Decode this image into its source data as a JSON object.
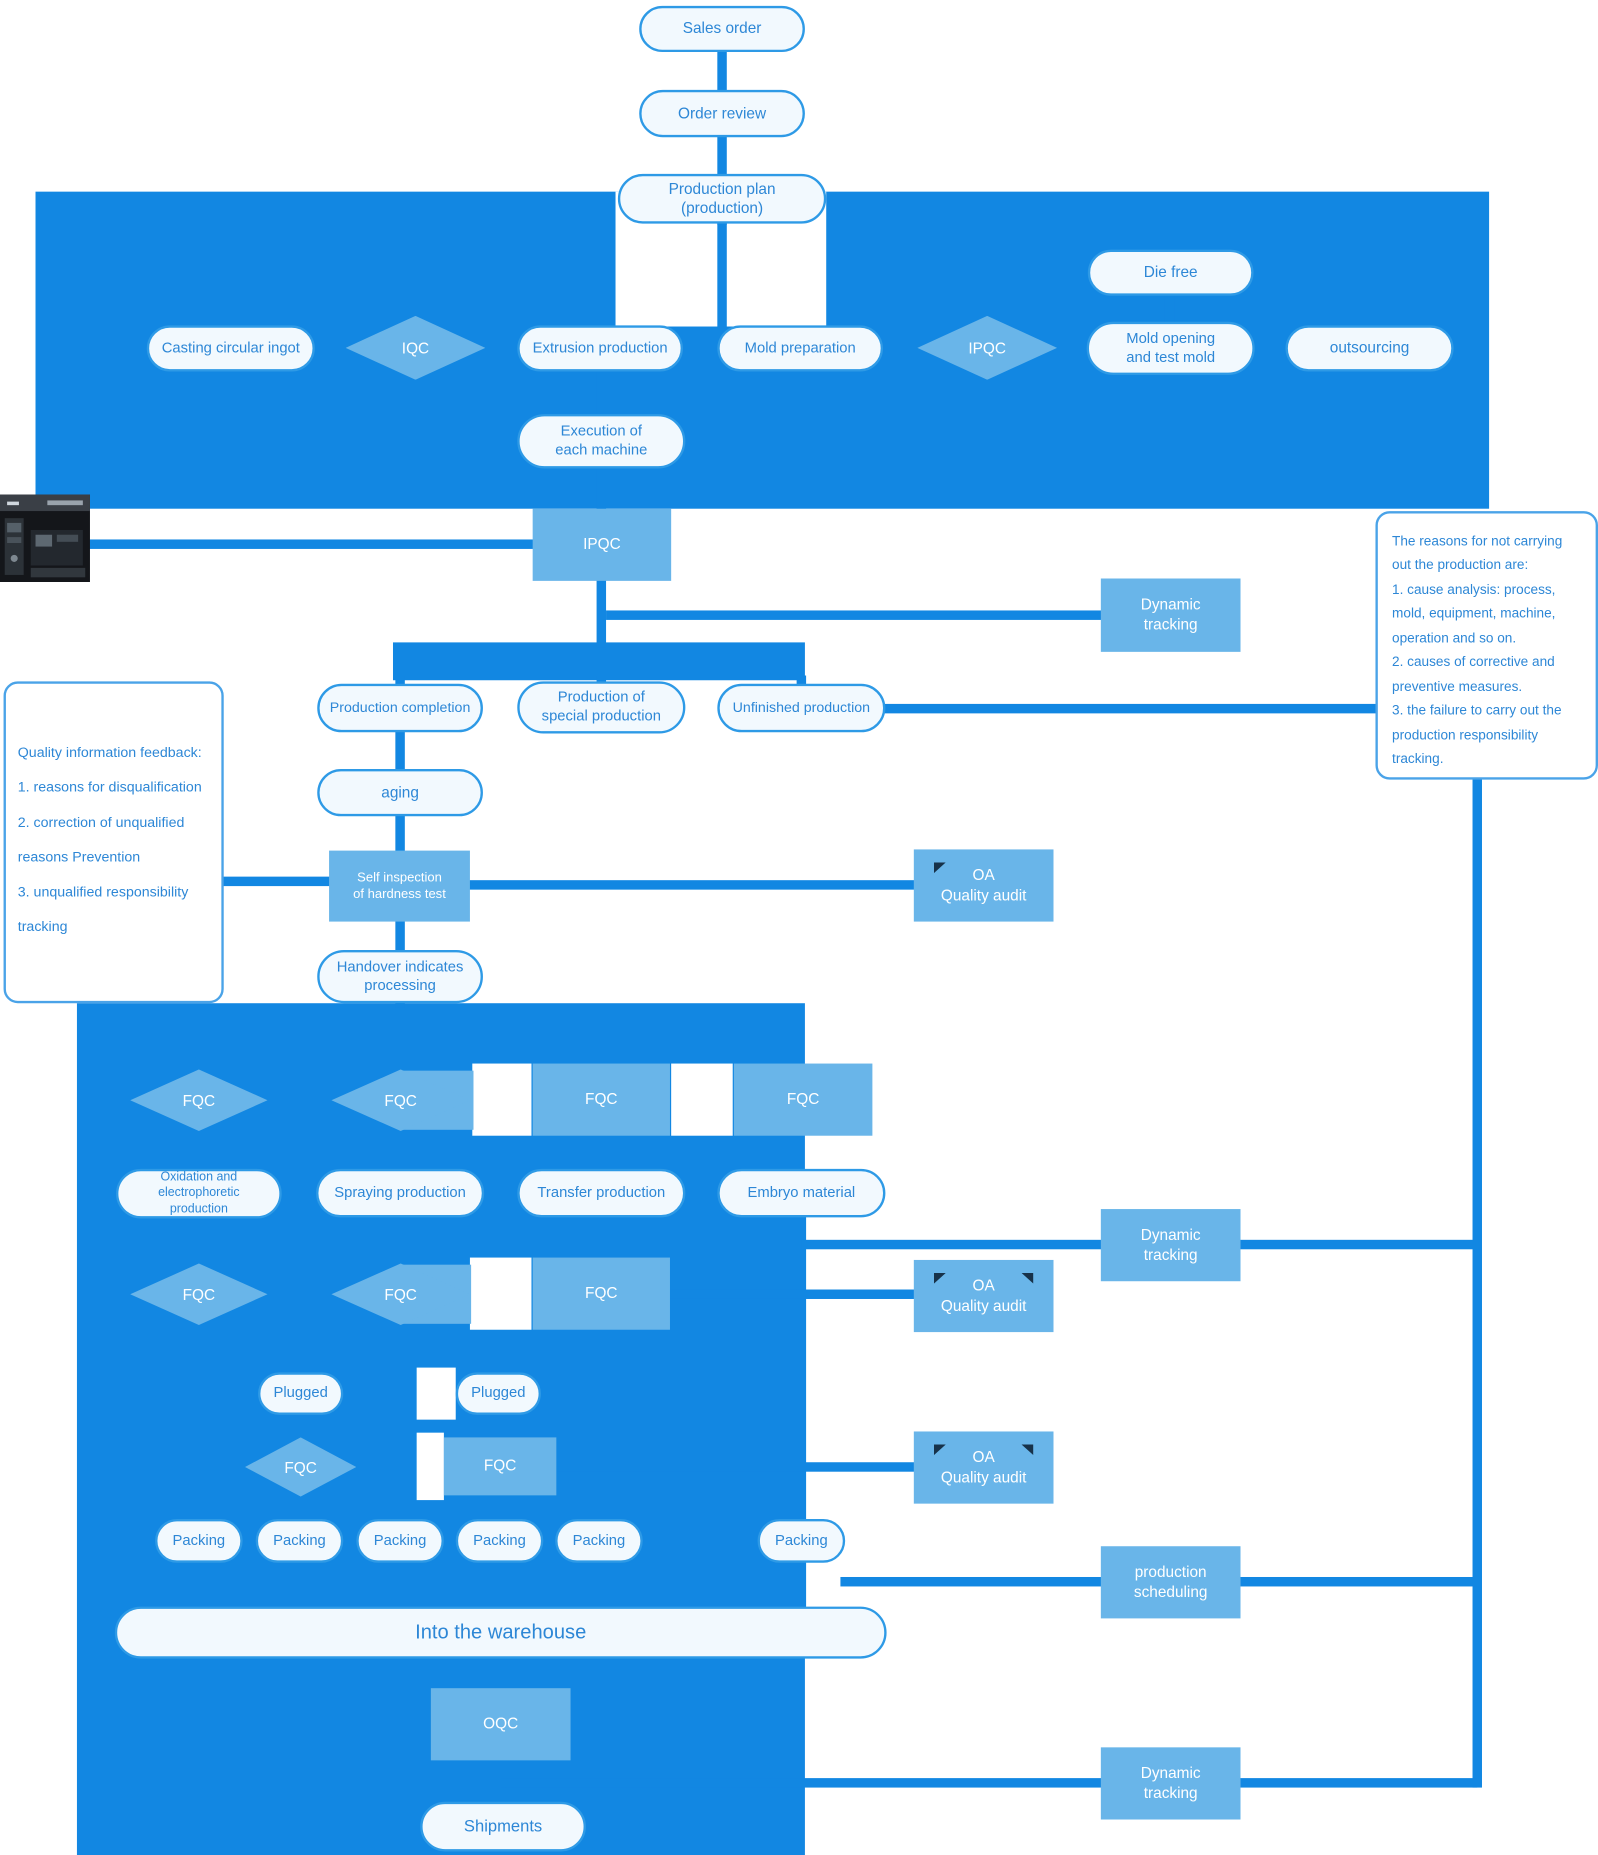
{
  "colors": {
    "dark_blue": "#1287e2",
    "light_blue": "#69b5e9",
    "pill_bg": "#f2f9fe",
    "pill_border": "#2e9ae6",
    "pill_text": "#2d87d6",
    "white": "#ffffff"
  },
  "nodes": {
    "sales_order": "Sales order",
    "order_review": "Order review",
    "production_plan": "Production plan\n(production)",
    "die_free": "Die free",
    "casting": "Casting circular ingot",
    "iqc": "IQC",
    "extrusion": "Extrusion production",
    "mold_preparation": "Mold preparation",
    "ipqc": "IPQC",
    "mold_opening": "Mold opening\nand test mold",
    "outsourcing": "outsourcing",
    "execution": "Execution of\neach machine",
    "dynamic_tracking": "Dynamic tracking",
    "production_completion": "Production completion",
    "special_production": "Production of\nspecial production",
    "unfinished_production": "Unfinished production",
    "aging": "aging",
    "self_inspection": "Self inspection\nof hardness test",
    "oa_quality_audit": "OA\nQuality audit",
    "handover": "Handover indicates\nprocessing",
    "fqc": "FQC",
    "oxidation": "Oxidation and\nelectrophoretic production",
    "spraying": "Spraying production",
    "transfer": "Transfer production",
    "embryo": "Embryo material",
    "plugged": "Plugged",
    "packing": "Packing",
    "into_warehouse": "Into the warehouse",
    "oqc": "OQC",
    "shipments": "Shipments",
    "production_scheduling": "production scheduling"
  },
  "notes": {
    "reasons": "The reasons for not carrying\nout the production are:\n1. cause analysis: process,\nmold, equipment, machine,\noperation and so on.\n2. causes of corrective and\npreventive measures.\n3. the failure to carry out the\n production responsibility\ntracking.",
    "feedback": "Quality information feedback:\n1. reasons for disqualification\n2. correction of unqualified\nreasons Prevention\n3. unqualified responsibility\n tracking"
  }
}
